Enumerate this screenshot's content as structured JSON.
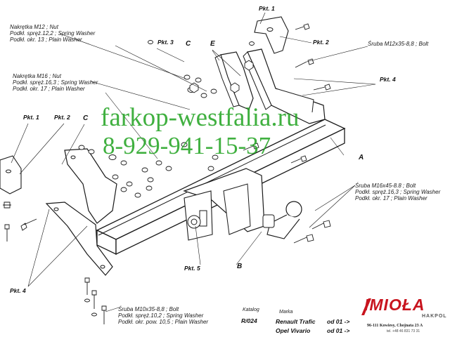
{
  "labels": {
    "nut_m12": [
      "Nakrętka  M12 ; Nut",
      "Podkł. spręż.12,2 ; Spring Washer",
      "Podkł. okr. 13 ; Plain Washer"
    ],
    "nut_m16": [
      "Nakrętka  M16 ; Nut",
      "Podkł. spręż.16,3 ; Spring Washer",
      "Podkł. okr. 17 ; Plain Washer"
    ],
    "bolt_m16": [
      "Śruba M16x45-8.8 ;  Bolt",
      "Podkł. spręż.16,3 ; Spring Washer",
      "Podkł. okr. 17 ; Plain Washer"
    ],
    "bolt_m10": [
      "Śruba M10x35-8,8 ;  Bolt",
      "Podkł. spręż.10,2 ; Spring Washer",
      "Podkł. okr. pow. 10,5 ; Plain Washer"
    ],
    "bolt_m12": "Śruba M12x35-8,8 ;  Bolt"
  },
  "points": {
    "pkt1_top": "Pkt. 1",
    "pkt2_top": "Pkt. 2",
    "pkt3": "Pkt. 3",
    "pkt4_right": "Pkt. 4",
    "pkt1_left": "Pkt. 1",
    "pkt2_left": "Pkt. 2",
    "pkt4_left": "Pkt. 4",
    "pkt5": "Pkt. 5"
  },
  "letters": {
    "c_top": "C",
    "e_top": "E",
    "c_left": "C",
    "a": "A",
    "b": "B"
  },
  "watermark": {
    "site": "farkop-westfalia.ru",
    "phone": "8-929-941-15-37"
  },
  "catalog": {
    "katalog_label": "Katalog",
    "katalog_value": "R/024",
    "marka_label": "Marka",
    "models": [
      {
        "name": "Renault Trafic",
        "from": "od 01 ->"
      },
      {
        "name": "Opel Vivario",
        "from": "od 01 ->"
      }
    ]
  },
  "brand": {
    "name": "IMIOŁA",
    "sub": "HAKPOL",
    "address": "96-111 Kowiesy, Chojnata 23 A",
    "phone": "tel. +48 46 831 73 31",
    "color": "#c8141e"
  },
  "colors": {
    "ink": "#1a1a1a",
    "watermark": "#1fa31f"
  }
}
